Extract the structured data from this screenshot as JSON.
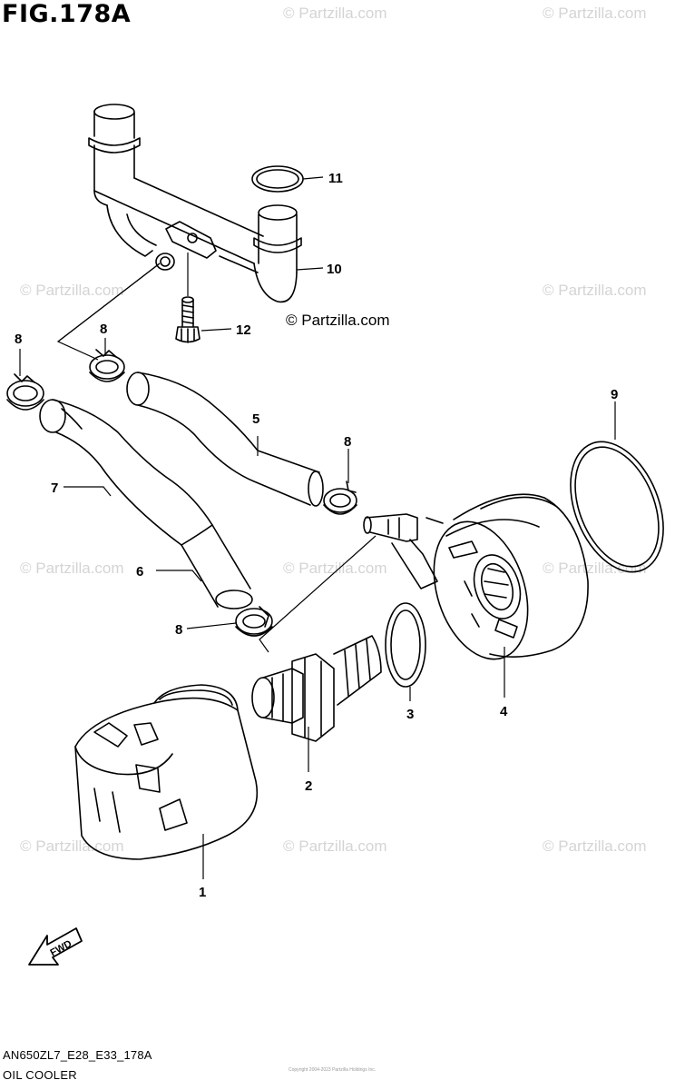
{
  "figure": {
    "title": "FIG.178A",
    "code": "AN650ZL7_E28_E33_178A",
    "name": "OIL COOLER",
    "fine_print": "Copyright 2004-2023 Partzilla Holdings Inc.",
    "inline_watermark": "© Partzilla.com"
  },
  "watermark_text": "© Partzilla.com",
  "fwd_label": "FWD",
  "callouts": [
    {
      "id": "1",
      "label": "1"
    },
    {
      "id": "2",
      "label": "2"
    },
    {
      "id": "3",
      "label": "3"
    },
    {
      "id": "4",
      "label": "4"
    },
    {
      "id": "5",
      "label": "5"
    },
    {
      "id": "6",
      "label": "6"
    },
    {
      "id": "7",
      "label": "7"
    },
    {
      "id": "8a",
      "label": "8"
    },
    {
      "id": "8b",
      "label": "8"
    },
    {
      "id": "8c",
      "label": "8"
    },
    {
      "id": "8d",
      "label": "8"
    },
    {
      "id": "9",
      "label": "9"
    },
    {
      "id": "10",
      "label": "10"
    },
    {
      "id": "11",
      "label": "11"
    },
    {
      "id": "12",
      "label": "12"
    }
  ],
  "colors": {
    "line": "#000000",
    "watermark": "#d4d4d4",
    "background": "#ffffff"
  }
}
